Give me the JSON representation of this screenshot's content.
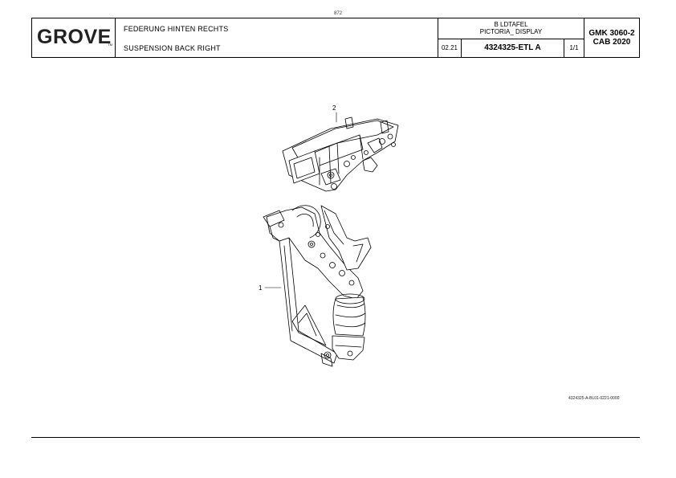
{
  "page_number": "872",
  "logo": {
    "text": "GROVE",
    "mark": "TM"
  },
  "title": {
    "de": "FEDERUNG HINTEN RECHTS",
    "en": "SUSPENSION BACK RIGHT"
  },
  "document_type": {
    "de": "B LDTAFEL",
    "en": "PICTORIA_ DISPLAY"
  },
  "date": "02.21",
  "part_number": "4324325-ETL A",
  "sheet": "1/1",
  "model": {
    "line1": "GMK 3060-2",
    "line2": "CAB 2020"
  },
  "callouts": [
    {
      "label": "2"
    },
    {
      "label": "1"
    }
  ],
  "drawing_reference": "4324325-A-BL01-0221-0000"
}
